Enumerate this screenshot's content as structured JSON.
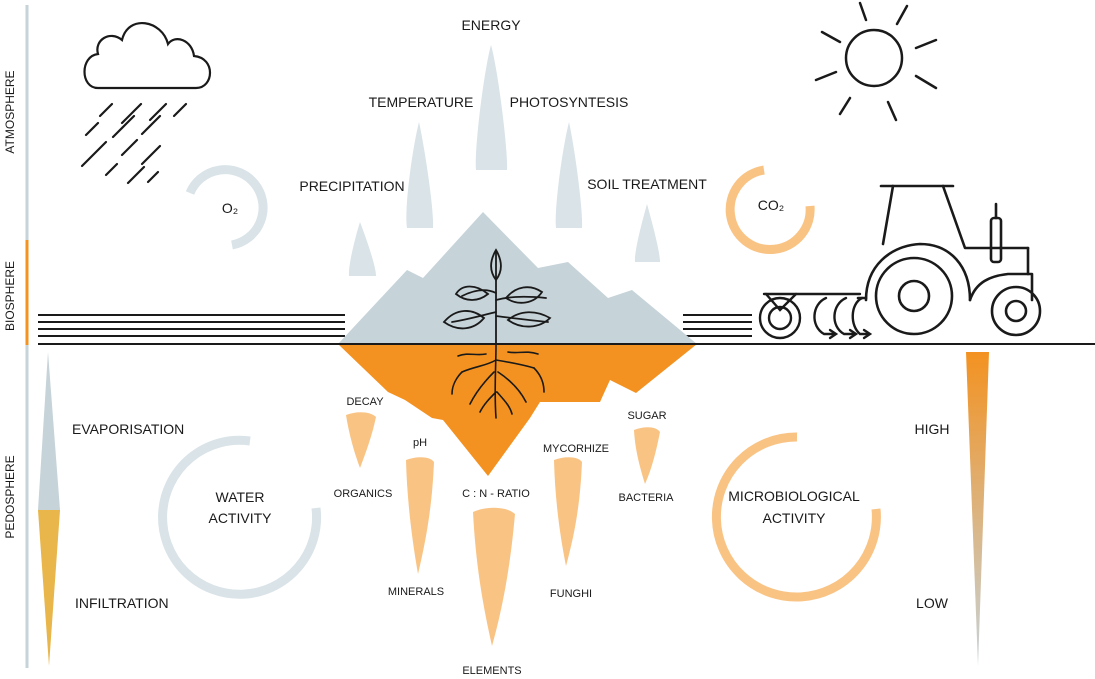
{
  "zones": {
    "atmosphere": "ATMOSPHERE",
    "biosphere": "BIOSPHERE",
    "pedosphere": "PEDOSPHERE"
  },
  "above": {
    "energy": "ENERGY",
    "temperature": "TEMPERATURE",
    "photosynthesis": "PHOTOSYNTESIS",
    "precipitation": "PRECIPITATION",
    "soil_treatment": "SOIL TREATMENT"
  },
  "gases": {
    "o2": "O₂",
    "co2": "CO₂"
  },
  "below": {
    "decay": "DECAY",
    "organics": "ORGANICS",
    "ph": "pH",
    "minerals": "MINERALS",
    "cn_ratio": "C : N - RATIO",
    "elements": "ELEMENTS",
    "mycorhize": "MYCORHIZE",
    "funghi": "FUNGHI",
    "sugar": "SUGAR",
    "bacteria": "BACTERIA"
  },
  "water": {
    "evaporisation": "EVAPORISATION",
    "infiltration": "INFILTRATION",
    "activity_line1": "WATER",
    "activity_line2": "ACTIVITY"
  },
  "micro": {
    "activity_line1": "MICROBIOLOGICAL",
    "activity_line2": "ACTIVITY",
    "high": "HIGH",
    "low": "LOW"
  },
  "colors": {
    "blue_grey": "#c6d3d9",
    "orange": "#f39221",
    "light_orange": "#f9c384",
    "sand": "#e8b64a",
    "line": "#1a1a1a"
  }
}
